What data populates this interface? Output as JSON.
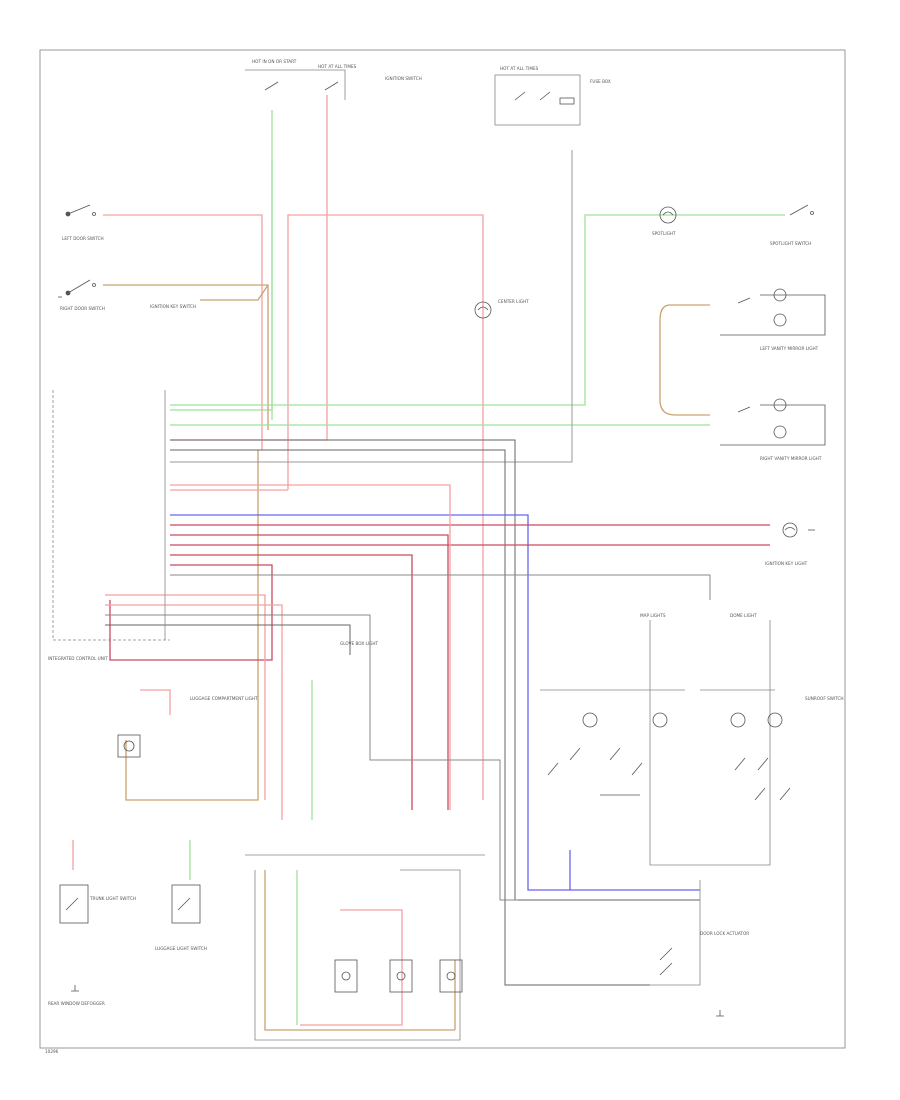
{
  "diagram": {
    "figure_code": "10296",
    "colors": {
      "red": "#f4a0a0",
      "dark_red": "#c94a60",
      "green": "#9ee29e",
      "tan": "#c9a26e",
      "blue": "#6666ee",
      "gray": "#888888",
      "black": "#555555"
    },
    "labels": {
      "hot_in_on_or_start": "HOT IN ON OR START",
      "hot_at_all_times_top": "HOT AT ALL TIMES",
      "hot_at_all_times_right": "HOT AT ALL TIMES",
      "ignition_switch": "IGNITION SWITCH",
      "fuse_box": "FUSE BOX",
      "left_door_switch": "LEFT DOOR SWITCH",
      "right_door_switch": "RIGHT DOOR SWITCH",
      "ignition_key_switch": "IGNITION KEY SWITCH",
      "center_light": "CENTER LIGHT",
      "spotlight": "SPOTLIGHT",
      "spotlight_sw": "SPOTLIGHT SWITCH",
      "left_vanity_mirror_light": "LEFT VANITY MIRROR LIGHT",
      "right_vanity_mirror_light": "RIGHT VANITY MIRROR LIGHT",
      "integrated_control_unit": "INTEGRATED CONTROL UNIT",
      "ignition_key_light": "IGNITION KEY LIGHT",
      "glove_box_light": "GLOVE BOX LIGHT",
      "luggage_compartment_light": "LUGGAGE COMPARTMENT LIGHT",
      "trunk_light_switch": "TRUNK LIGHT SWITCH",
      "luggage_light_switch": "LUGGAGE LIGHT SWITCH",
      "rear_window_defogger": "REAR WINDOW DEFOGGER",
      "map_lights": "MAP LIGHTS",
      "dome_light": "DOME LIGHT",
      "sunroof_switch": "SUNROOF SWITCH",
      "door_lock_actuator": "DOOR LOCK ACTUATOR"
    }
  }
}
